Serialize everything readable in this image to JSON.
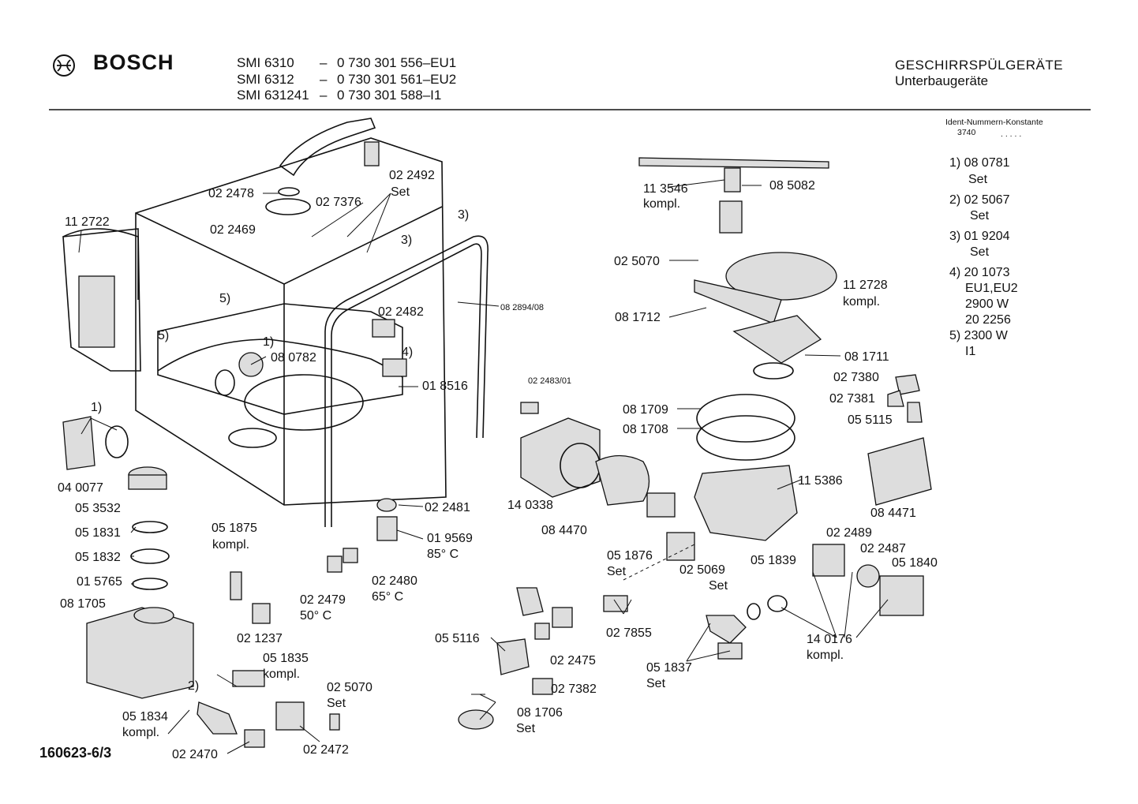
{
  "header": {
    "brand": "BOSCH",
    "models": [
      {
        "model": "SMI 6310",
        "dash": "–",
        "number": "0 730 301 556–EU1"
      },
      {
        "model": "SMI 6312",
        "dash": "–",
        "number": "0 730 301 561–EU2"
      },
      {
        "model": "SMI 631241",
        "dash": "–",
        "number": "0 730 301 588–I1"
      }
    ],
    "category": "GESCHIRRSPÜLGERÄTE",
    "subcategory": "Unterbaugeräte"
  },
  "ident": {
    "label": "Ident-Nummern-Konstante",
    "value": "3740",
    "dots": ". . . . ."
  },
  "sidebar_notes": [
    "1) 08 0781",
    "Set",
    "2) 02 5067",
    "Set",
    "3) 01 9204",
    "Set",
    "4) 20 1073",
    "EU1,EU2",
    "2900 W",
    "20 2256",
    "5) 2300 W",
    "I1"
  ],
  "parts": [
    "11 2722",
    "02 2478",
    "02 2469",
    "02 7376",
    "02 2492",
    "Set",
    "3)",
    "3)",
    "5)",
    "5)",
    "08 2894/08",
    "02 2482",
    "1)",
    "08 0782",
    "4)",
    "01 8516",
    "1)",
    "04 0077",
    "05 3532",
    "05 1831",
    "05 1832",
    "01 5765",
    "08 1705",
    "05 1875",
    "kompl.",
    "02 2481",
    "01 9569",
    "85° C",
    "02 2479",
    "50° C",
    "02 2480",
    "65° C",
    "02 1237",
    "05 1835",
    "kompl.",
    "2)",
    "05 1834",
    "kompl.",
    "02 2470",
    "02 5070",
    "Set",
    "02 2472",
    "02 2483/01",
    "14 0338",
    "11 3546",
    "kompl.",
    "08 5082",
    "02 5070",
    "11 2728",
    "kompl.",
    "08 1712",
    "08 1711",
    "02 7380",
    "02 7381",
    "05 5115",
    "08 1709",
    "08 1708",
    "11 5386",
    "08 4471",
    "08 4470",
    "05 1876",
    "Set",
    "02 5069",
    "Set",
    "05 1839",
    "02 2489",
    "02 2487",
    "05 1840",
    "02 7855",
    "05 5116",
    "02 2475",
    "02 7382",
    "08 1706",
    "Set",
    "05 1837",
    "Set",
    "14 0176",
    "kompl."
  ],
  "footer": {
    "doc_number": "160623-6/3"
  }
}
